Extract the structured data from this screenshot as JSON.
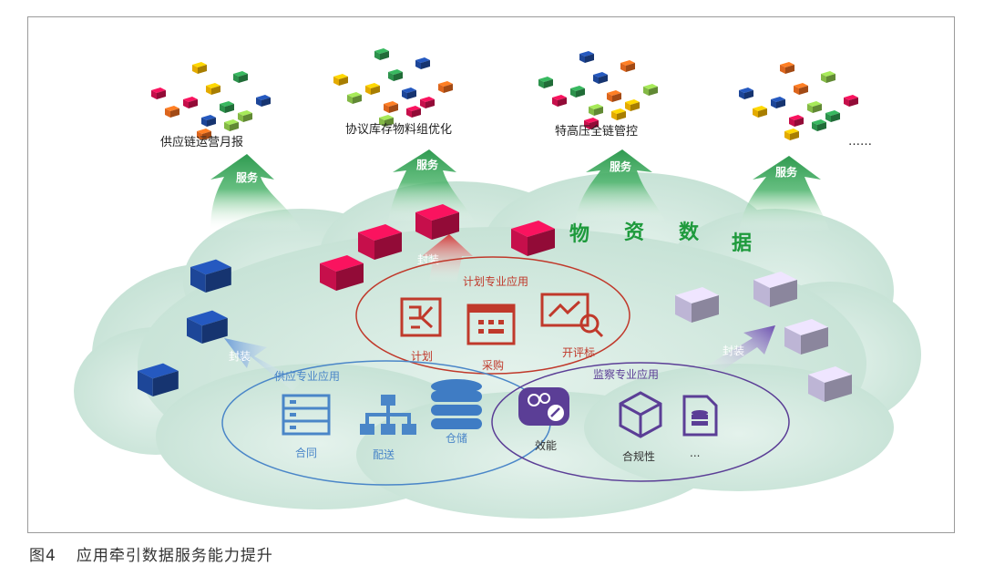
{
  "services": {
    "items": [
      {
        "label": "供应链运营月报"
      },
      {
        "label": "协议库存物料组优化"
      },
      {
        "label": "特高压全链管控"
      },
      {
        "label": "……"
      }
    ],
    "arrow_label": "服务"
  },
  "data_title": [
    "物",
    "资",
    "数",
    "据"
  ],
  "encapsulate_label": "封装",
  "apps": {
    "plan": {
      "title": "计划专业应用",
      "items": [
        {
          "label": "计划"
        },
        {
          "label": "采购"
        },
        {
          "label": "开评标"
        }
      ]
    },
    "supply": {
      "title": "供应专业应用",
      "items": [
        {
          "label": "合同"
        },
        {
          "label": "配送"
        },
        {
          "label": "仓储"
        }
      ]
    },
    "supervise": {
      "title": "监察专业应用",
      "items": [
        {
          "label": "效能"
        },
        {
          "label": "合规性"
        },
        {
          "label": "..."
        }
      ]
    }
  },
  "caption": {
    "number": "图4",
    "text": "应用牵引数据服务能力提升"
  },
  "colors": {
    "cloud": "#cde6dc",
    "arrow_green": "#3aa85a",
    "plan_red": "#c0392b",
    "supply_blue": "#4a86c8",
    "supervise_purple": "#5b3e96",
    "data_green": "#1e9a3c",
    "magenta_cube": "#d0104f",
    "blue_cube": "#1f4aa0",
    "lavender_cube": "#c7bfe0"
  }
}
